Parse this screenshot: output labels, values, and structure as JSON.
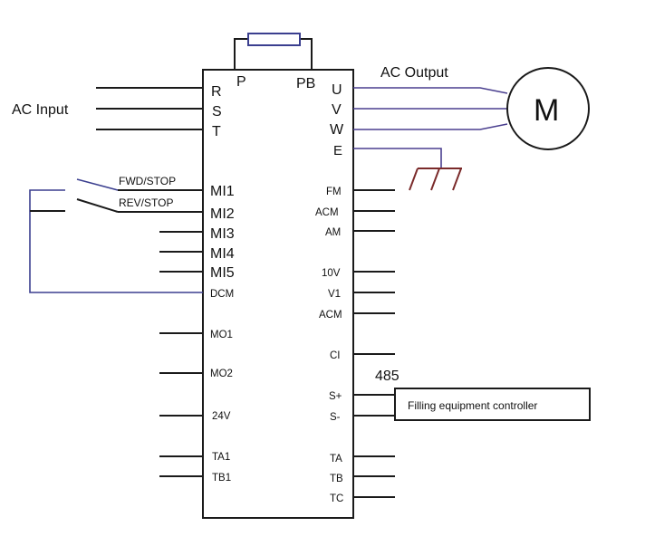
{
  "labels": {
    "ac_input": "AC Input",
    "ac_output": "AC Output",
    "motor": "M",
    "brake_p": "P",
    "brake_pb": "PB",
    "fwd_stop": "FWD/STOP",
    "rev_stop": "REV/STOP",
    "rs485": "485",
    "controller": "Filling equipment controller"
  },
  "left_terminals": {
    "R": "R",
    "S": "S",
    "T": "T",
    "MI1": "MI1",
    "MI2": "MI2",
    "MI3": "MI3",
    "MI4": "MI4",
    "MI5": "MI5",
    "DCM": "DCM",
    "MO1": "MO1",
    "MO2": "MO2",
    "V24": "24V",
    "TA1": "TA1",
    "TB1": "TB1"
  },
  "right_terminals": {
    "U": "U",
    "V": "V",
    "W": "W",
    "E": "E",
    "FM": "FM",
    "ACM1": "ACM",
    "AM": "AM",
    "V10": "10V",
    "V1": "V1",
    "ACM2": "ACM",
    "CI": "CI",
    "Splus": "S+",
    "Sminus": "S-",
    "TA": "TA",
    "TB": "TB",
    "TC": "TC"
  },
  "colors": {
    "wire": "#1a1a1a",
    "blue_wire": "#3b3f8f",
    "ground": "#7a2a2a",
    "resistor": "#3b3f8f"
  }
}
